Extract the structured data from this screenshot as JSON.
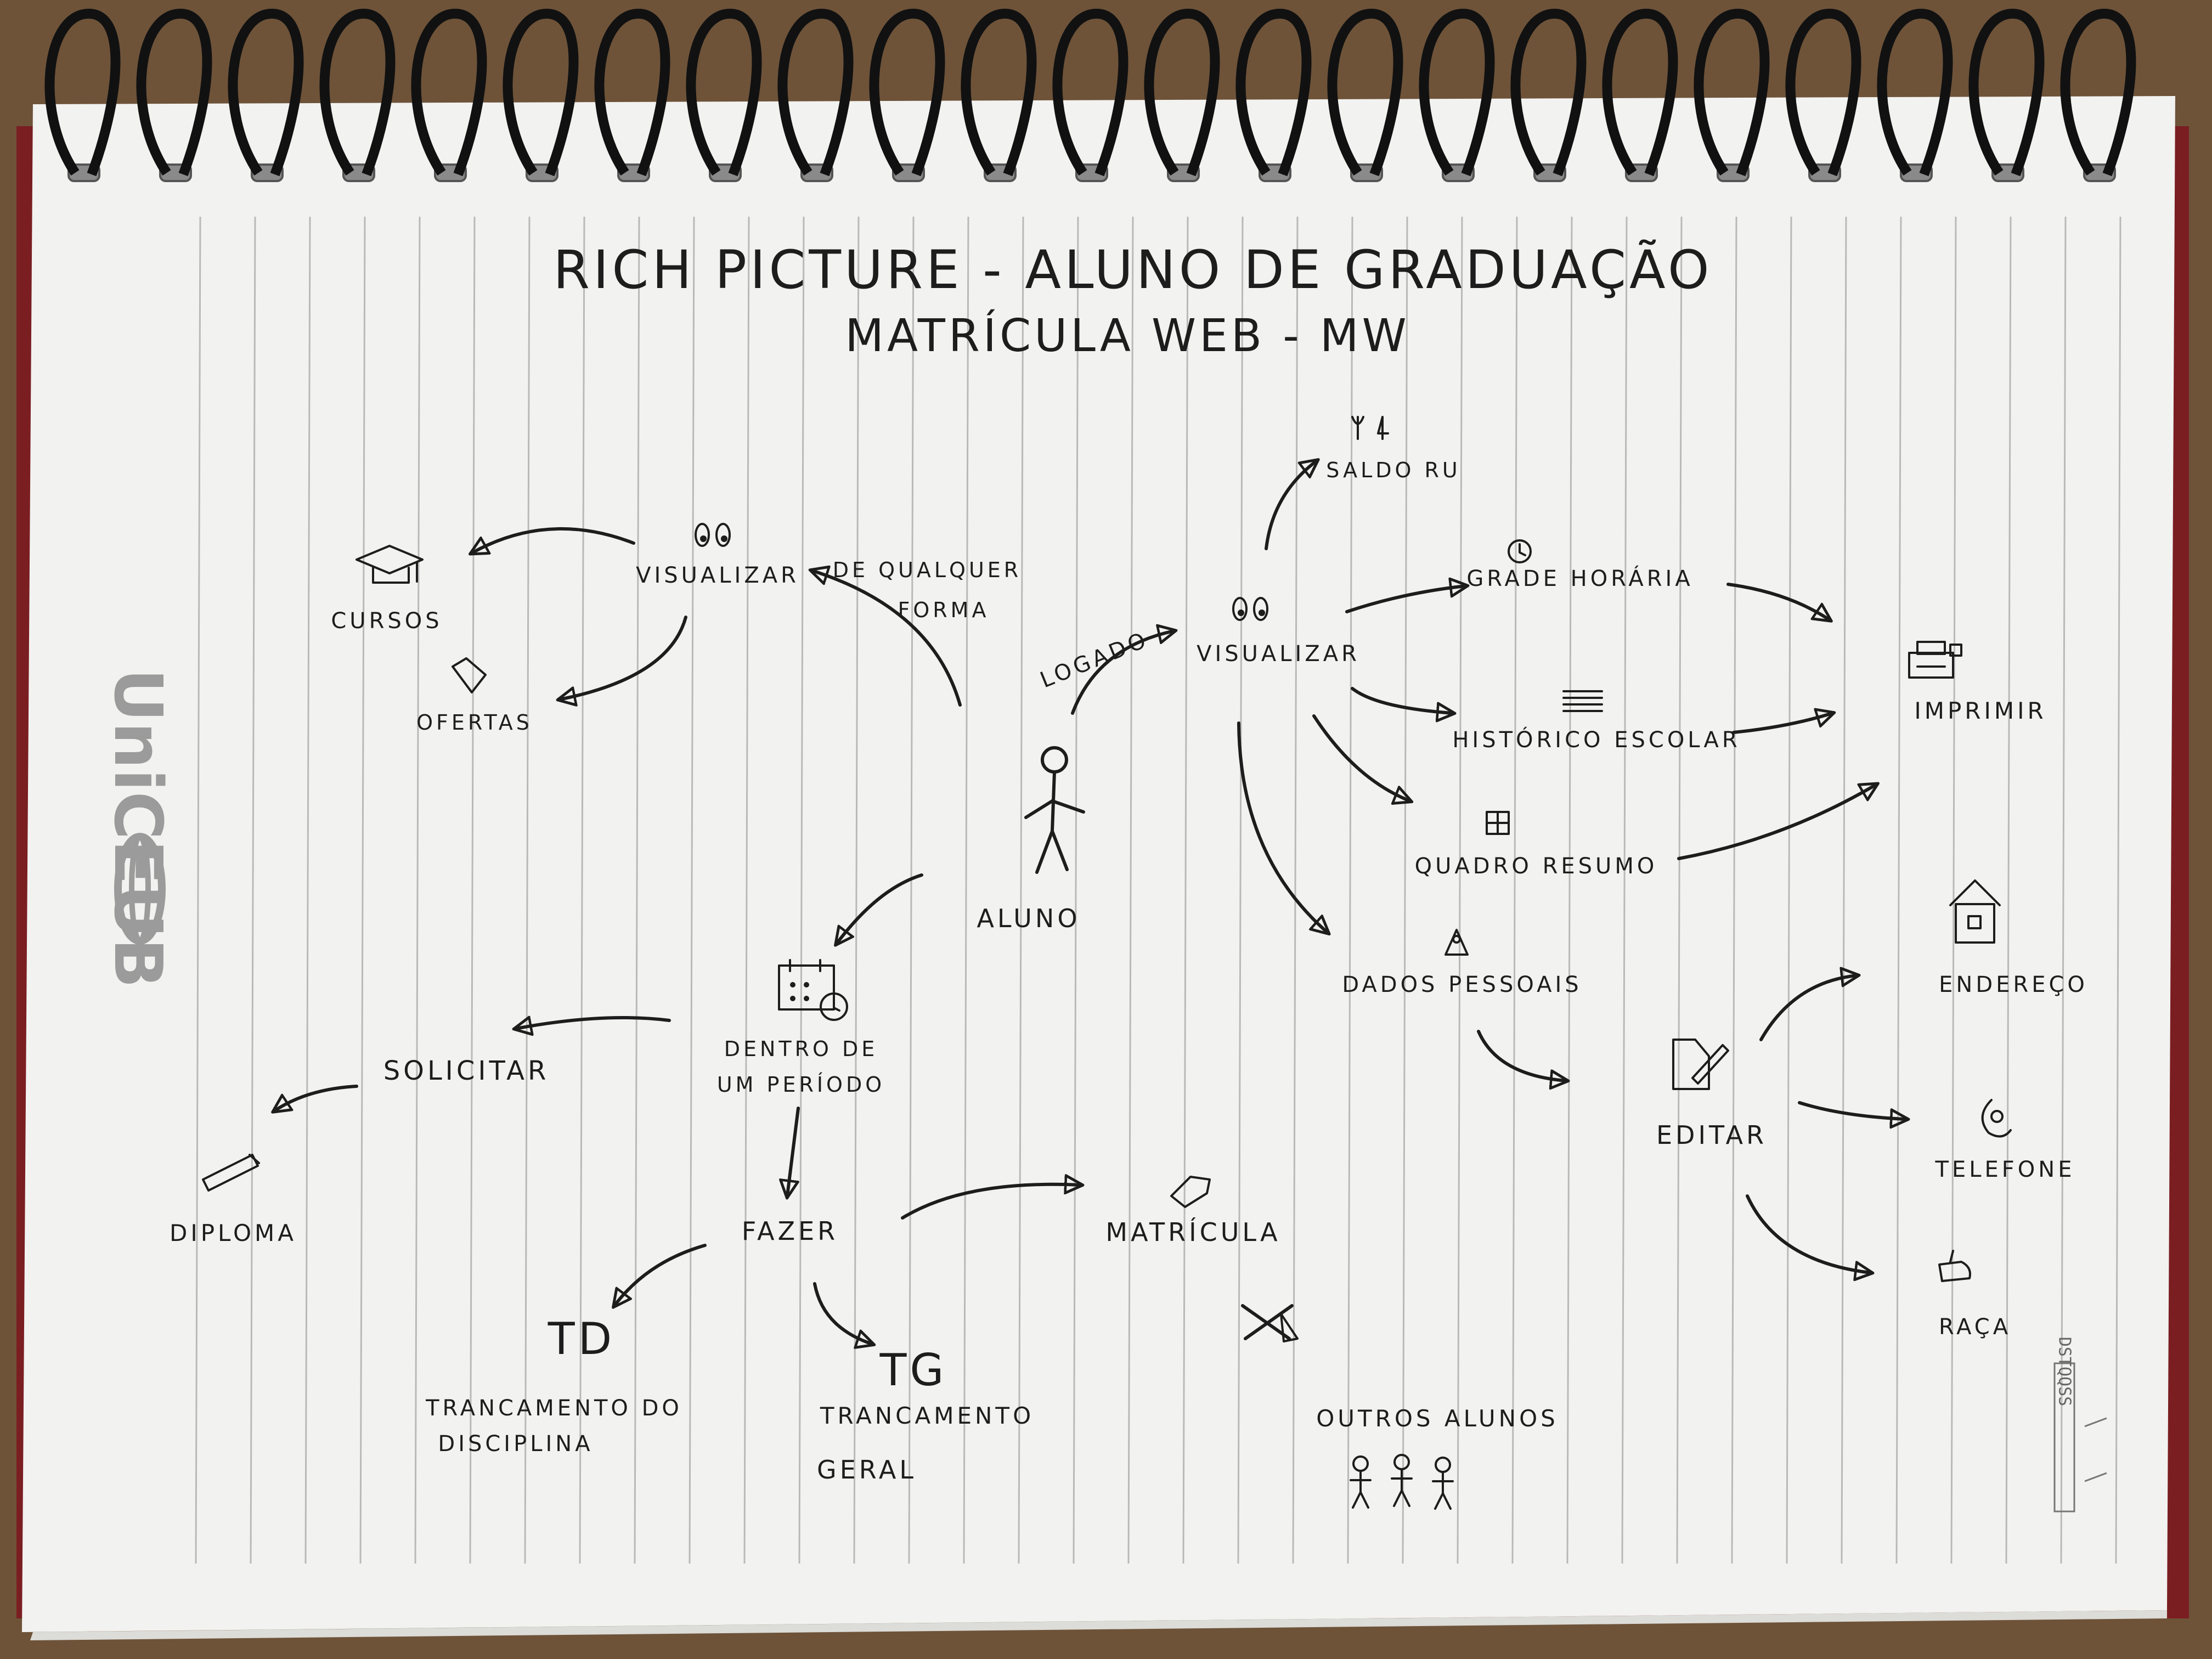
{
  "title": "RICH PICTURE - ALUNO DE GRADUAÇÃO",
  "subtitle": "MATRÍCULA WEB - MW",
  "brand_logo": "UniCEUB",
  "page_stamp": "DSTQQSS",
  "colors": {
    "paper": "#f2f2f0",
    "ink": "#1d1d1d",
    "desk": "#6b5138",
    "ruling": "#b9b9b9"
  },
  "actor": {
    "label": "ALUNO",
    "icon": "stick-figure-icon"
  },
  "left_branch": {
    "view_label": "VISUALIZAR",
    "any_way_label_1": "DE QUALQUER",
    "any_way_label_2": "FORMA",
    "cursos_label": "CURSOS",
    "ofertas_label": "OFERTAS"
  },
  "right_branch": {
    "logged_label": "LOGADO",
    "view_label": "VISUALIZAR",
    "saldo_label": "SALDO RU",
    "grade_label": "GRADE HORÁRIA",
    "historico_label": "HISTÓRICO ESCOLAR",
    "quadro_label": "QUADRO RESUMO",
    "dados_label": "DADOS PESSOAIS",
    "imprimir_label": "IMPRIMIR",
    "editar_label": "EDITAR",
    "endereco_label": "ENDEREÇO",
    "telefone_label": "TELEFONE",
    "raca_label": "RAÇA"
  },
  "bottom_branch": {
    "periodo_label_1": "DENTRO DE",
    "periodo_label_2": "UM PERÍODO",
    "solicitar_label": "SOLICITAR",
    "diploma_label": "DIPLOMA",
    "fazer_label": "FAZER",
    "matricula_label": "MATRÍCULA",
    "td_label": "TD",
    "td_desc_1": "TRANCAMENTO DO",
    "td_desc_2": "DISCIPLINA",
    "tg_label": "TG",
    "tg_desc_1": "TRANCAMENTO",
    "tg_desc_2": "GERAL",
    "outros_label": "OUTROS ALUNOS"
  }
}
